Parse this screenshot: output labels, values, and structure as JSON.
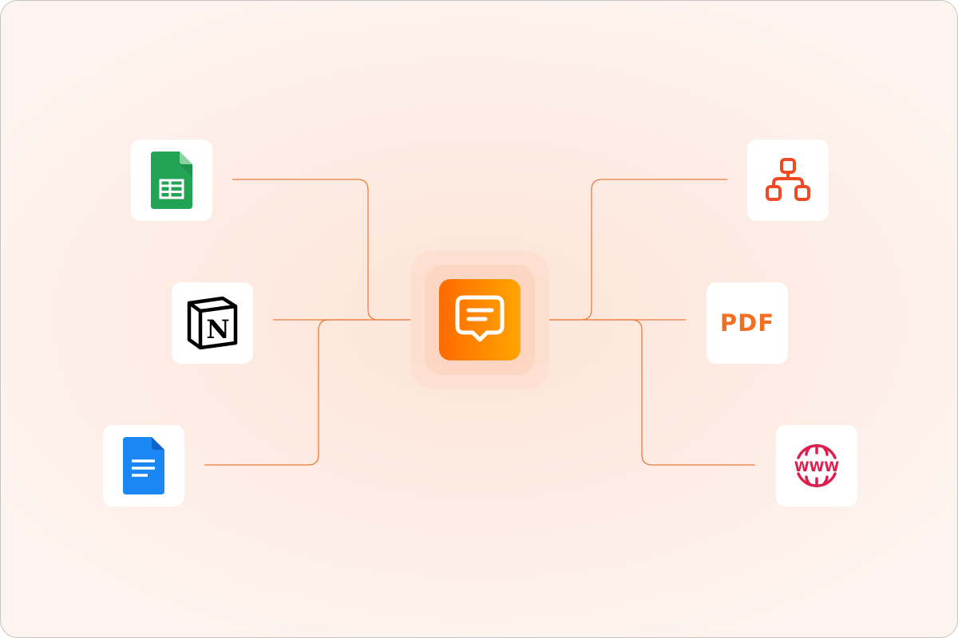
{
  "diagram": {
    "type": "hub-and-spoke integrations",
    "hub": {
      "name": "chat-assistant",
      "icon": "chat-bubble-icon",
      "gradient": [
        "#ff6a00",
        "#ffa500"
      ]
    },
    "connector_color": "#f07a3a",
    "sources_left": [
      {
        "name": "Google Sheets",
        "icon": "google-sheets-icon",
        "color": "#23a455"
      },
      {
        "name": "Notion",
        "icon": "notion-icon",
        "color": "#000000"
      },
      {
        "name": "Google Docs",
        "icon": "google-docs-icon",
        "color": "#1a73e8"
      }
    ],
    "sources_right": [
      {
        "name": "Sitemap",
        "icon": "sitemap-icon",
        "color": "#f04a24"
      },
      {
        "name": "PDF",
        "icon": "pdf-icon",
        "label": "PDF",
        "color": "#f26f22"
      },
      {
        "name": "Website",
        "icon": "www-globe-icon",
        "label": "WWW",
        "color": "#dc1f4e"
      }
    ]
  }
}
